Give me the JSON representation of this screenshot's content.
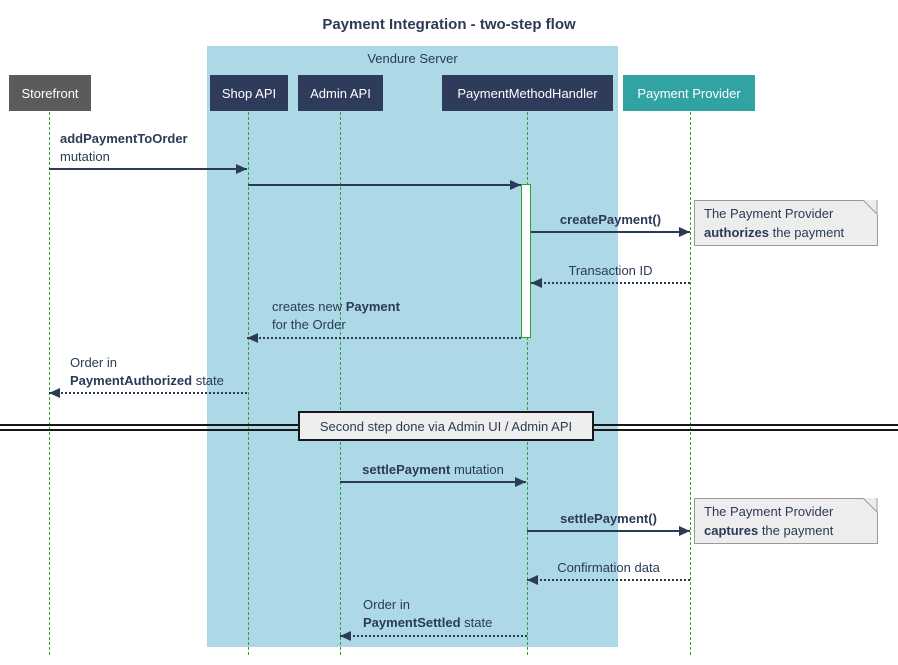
{
  "title": "Payment Integration - two-step flow",
  "group": {
    "label": "Vendure Server"
  },
  "participants": {
    "storefront": {
      "label": "Storefront"
    },
    "shop_api": {
      "label": "Shop API"
    },
    "admin_api": {
      "label": "Admin API"
    },
    "handler": {
      "label": "PaymentMethodHandler"
    },
    "provider": {
      "label": "Payment Provider"
    }
  },
  "messages": {
    "add_payment": {
      "bold": "addPaymentToOrder",
      "line2": "mutation"
    },
    "create_payment": {
      "bold": "createPayment()"
    },
    "transaction_id": {
      "text": "Transaction ID"
    },
    "creates_payment": {
      "pre": "creates new ",
      "bold": "Payment",
      "line2": "for the Order"
    },
    "order_authorized": {
      "line1": "Order in",
      "bold": "PaymentAuthorized",
      "rest": " state"
    },
    "settle_mutation": {
      "bold": "settlePayment",
      "rest": " mutation"
    },
    "settle_call": {
      "bold": "settlePayment()"
    },
    "confirmation": {
      "text": "Confirmation data"
    },
    "order_settled": {
      "line1": "Order in",
      "bold": "PaymentSettled",
      "rest": " state"
    }
  },
  "divider": {
    "label": "Second step done via Admin UI / Admin API"
  },
  "notes": {
    "authorize": {
      "line1": "The Payment Provider",
      "bold": "authorizes",
      "rest": " the payment"
    },
    "capture": {
      "line1": "The Payment Provider",
      "bold": "captures",
      "rest": " the payment"
    }
  },
  "colors": {
    "participant_navy": "#2f3b5b",
    "participant_gray": "#5b5b5b",
    "participant_teal": "#32a3a3",
    "group_background": "#add8e6",
    "lifeline_green": "#2ea12e",
    "message_navy": "#2b3a55",
    "note_background": "#ededed",
    "divider_line": "#181818"
  }
}
